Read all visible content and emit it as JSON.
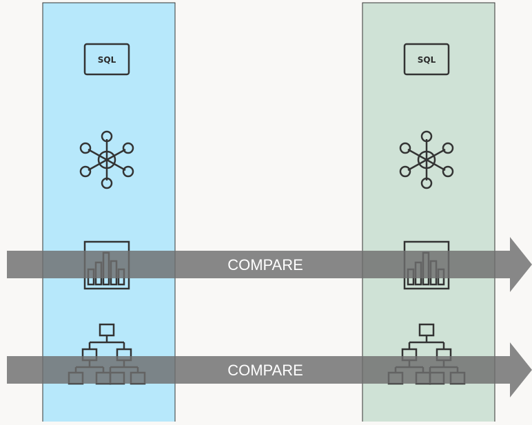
{
  "columns": [
    {
      "id": "left",
      "color": "#b7e8fb",
      "icons": [
        "sql-icon",
        "hub-network-icon",
        "bar-chart-icon",
        "hierarchy-icon"
      ],
      "sql_label": "SQL"
    },
    {
      "id": "right",
      "color": "#cfe2d6",
      "icons": [
        "sql-icon",
        "hub-network-icon",
        "bar-chart-icon",
        "hierarchy-icon"
      ],
      "sql_label": "SQL"
    }
  ],
  "arrows": [
    {
      "label": "COMPARE"
    },
    {
      "label": "COMPARE"
    }
  ],
  "colors": {
    "background": "#f9f8f6",
    "icon_stroke": "#333333",
    "arrow_fill": "#6e6e6e",
    "arrow_label": "#ffffff"
  }
}
